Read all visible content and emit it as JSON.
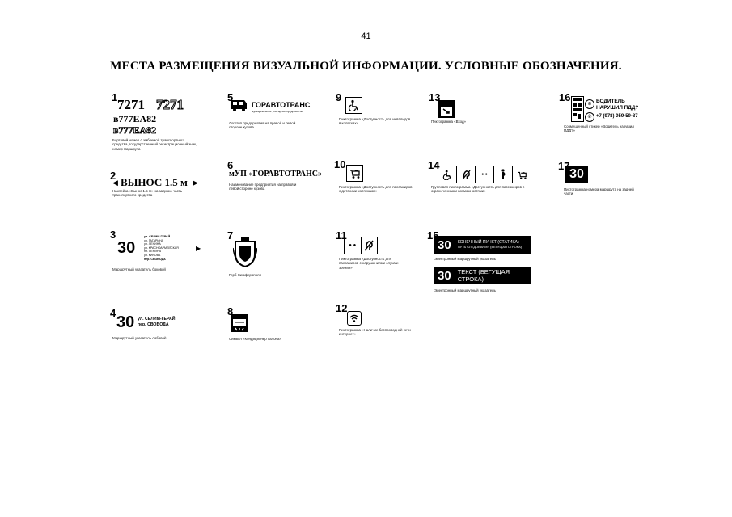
{
  "page": {
    "number": "41",
    "title": "МЕСТА РАЗМЕЩЕНИЯ ВИЗУАЛЬНОЙ ИНФОРМАЦИИ. УСЛОВНЫЕ ОБОЗНАЧЕНИЯ."
  },
  "items": {
    "i1": {
      "num": "1",
      "route_a": "7271",
      "route_b": "7271",
      "plate_a": "в777ЕА82",
      "plate_b": "в777ЕА82",
      "caption": "Бортовой номер с эмблемой транспортного средства, государственный регистрационный знак, номер маршрута"
    },
    "i2": {
      "num": "2",
      "text": "ВЫНОС 1.5 м",
      "caption": "Наклейка «Вынос 1.5 м» на заднюю часть транспортного средства"
    },
    "i3": {
      "num": "3",
      "route": "30",
      "l1": "ул. СЕЛИМ-ГЕРАЙ",
      "l2": "ул. ГАГАРИНА",
      "l3": "ул. ЛЕНИНА",
      "l4": "ул. КРАСНОАРМЕЙСКАЯ",
      "l5": "пл. ЛЕНИНА",
      "l6": "ул. КИРОВА",
      "l7": "пер. СВОБОДА",
      "caption": "Маршрутный указатель боковой"
    },
    "i4": {
      "num": "4",
      "route": "30",
      "line1": "ул. СЕЛИМ-ГЕРАЙ",
      "line2": "пер. СВОБОДА",
      "caption": "Маршрутный указатель лобовой"
    },
    "i5": {
      "num": "5",
      "brand": "ГОРАВТОТРАНС",
      "brand_sub": "муниципальное унитарное предприятие",
      "caption": "Логотип предприятия на правой и левой стороне кузова"
    },
    "i6": {
      "num": "6",
      "text": "мУП «ГОРАВТОТРАНС»",
      "caption": "Наименование предприятия на правой и левой стороне кузова"
    },
    "i7": {
      "num": "7",
      "caption": "Герб Симферополя"
    },
    "i8": {
      "num": "8",
      "caption": "Символ «Кондиционер салона»"
    },
    "i9": {
      "num": "9",
      "caption": "Пиктограмма «Доступность для инвалидов в колясках»"
    },
    "i10": {
      "num": "10",
      "caption": "Пиктограмма «Доступность для пассажиров с детскими колясками»"
    },
    "i11": {
      "num": "11",
      "caption": "Пиктограмма «Доступность для пассажиров с нарушениями слуха и зрения»"
    },
    "i12": {
      "num": "12",
      "caption": "Пиктограмма «Наличие беспроводной сети интернет»"
    },
    "i13": {
      "num": "13",
      "caption": "Пиктограмма «Вход»"
    },
    "i14": {
      "num": "14",
      "caption": "Групповая пиктограмма «Доступность для пассажиров с ограниченными возможностями»"
    },
    "i15": {
      "num": "15",
      "route_a": "30",
      "text_a": "КОНЕЧНЫЙ ПУНКТ (СТАТИКА)",
      "text_a2": "ПУТЬ СЛЕДОВАНИЯ (БЕГУЩАЯ СТРОКА)",
      "route_b": "30",
      "text_b": "ТЕКСТ (БЕГУЩАЯ СТРОКА)",
      "caption_a": "Электронный маршрутный указатель",
      "caption_b": "Электронный маршрутный указатель"
    },
    "i16": {
      "num": "16",
      "h1": "ВОДИТЕЛЬ",
      "h2": "НАРУШИЛ ПДД?",
      "phone": "+7 (978) 059-59-87",
      "caption": "Совмещенный стикер «Водитель нарушил ПДД?»"
    },
    "i17": {
      "num": "17",
      "route": "30",
      "caption": "Пиктограмма номера маршрута на задней части"
    }
  }
}
